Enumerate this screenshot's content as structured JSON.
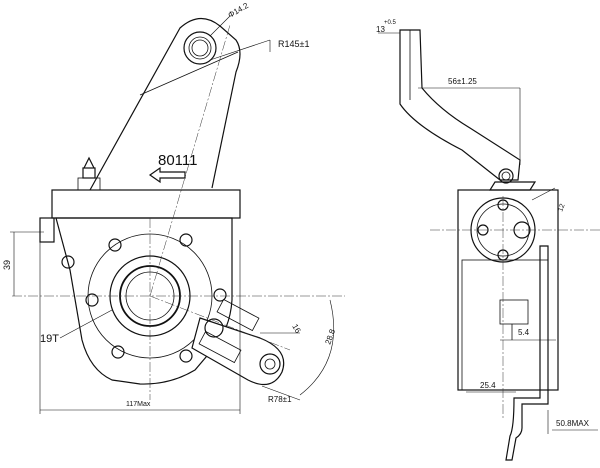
{
  "drawing": {
    "front_view": {
      "model_label": "80111",
      "dimensions": {
        "pin_hole": "Φ14.2",
        "arm_radius": "R145±1",
        "offset_39": "39",
        "label_19t": "19T",
        "width_117": "117Max",
        "dim_16": "16",
        "dim_28": "28.8",
        "radius_78": "R78±1"
      }
    },
    "side_view": {
      "dimensions": {
        "top_13": "13",
        "tolerance_05": "+0.5",
        "offset_56": "56±1.25",
        "hex_12": "12",
        "dim_54": "5.4",
        "dim_254": "25.4",
        "max_508": "50.8MAX"
      }
    }
  }
}
